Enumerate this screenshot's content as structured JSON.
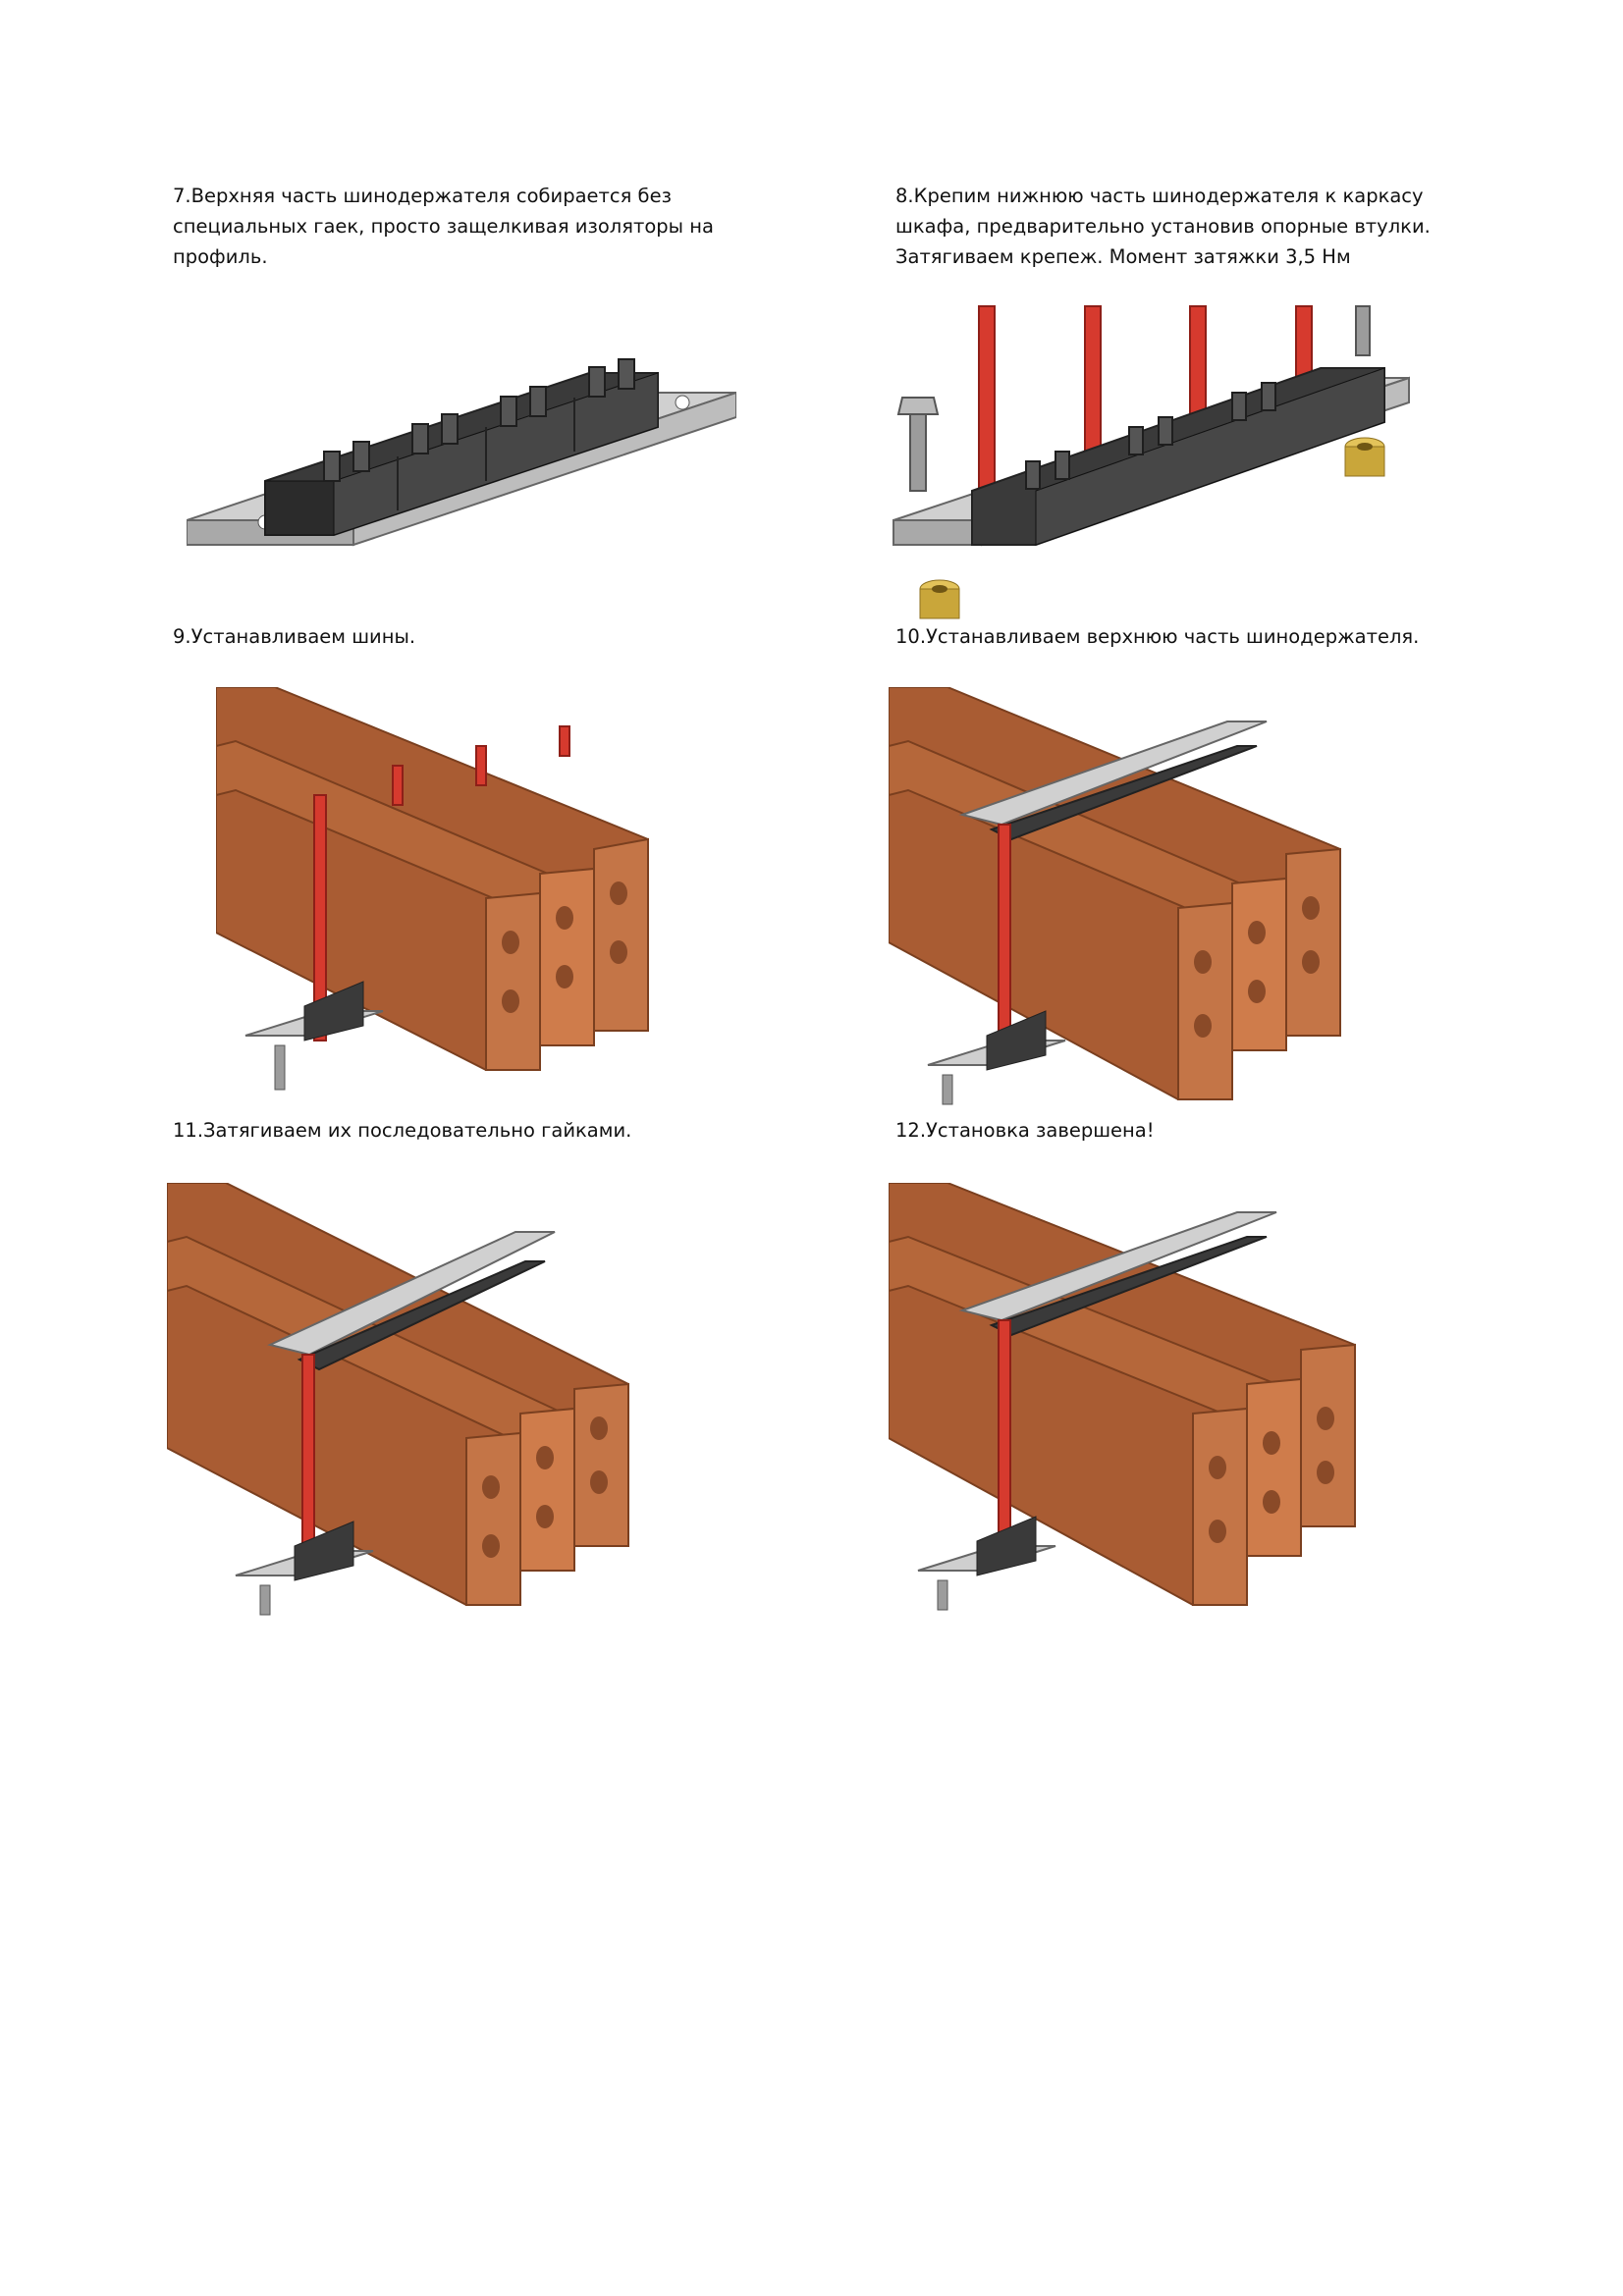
{
  "steps": [
    {
      "lines": [
        "7.Верхняя часть шинодержателя собирается без",
        "специальных гаек, просто защелкивая изоляторы на",
        "профиль."
      ]
    },
    {
      "lines": [
        "8.Крепим нижнюю часть шинодержателя к каркасу",
        "шкафа, предварительно установив опорные втулки.",
        "Затягиваем крепеж. Момент затяжки 3,5 Нм"
      ]
    },
    {
      "lines": [
        "9.Устанавливаем шины."
      ]
    },
    {
      "lines": [
        "10.Устанавливаем верхнюю часть шинодержателя."
      ]
    },
    {
      "lines": [
        "11.Затягиваем их последовательно гайками."
      ]
    },
    {
      "lines": [
        "12.Установка завершена!"
      ]
    }
  ],
  "colors": {
    "copper": "#b5673a",
    "copper_dark": "#8a4a28",
    "insulator": "#3a3a3a",
    "steel": "#c8c8c8",
    "rod": "#d63a2e",
    "bushing": "#c9a63a"
  }
}
